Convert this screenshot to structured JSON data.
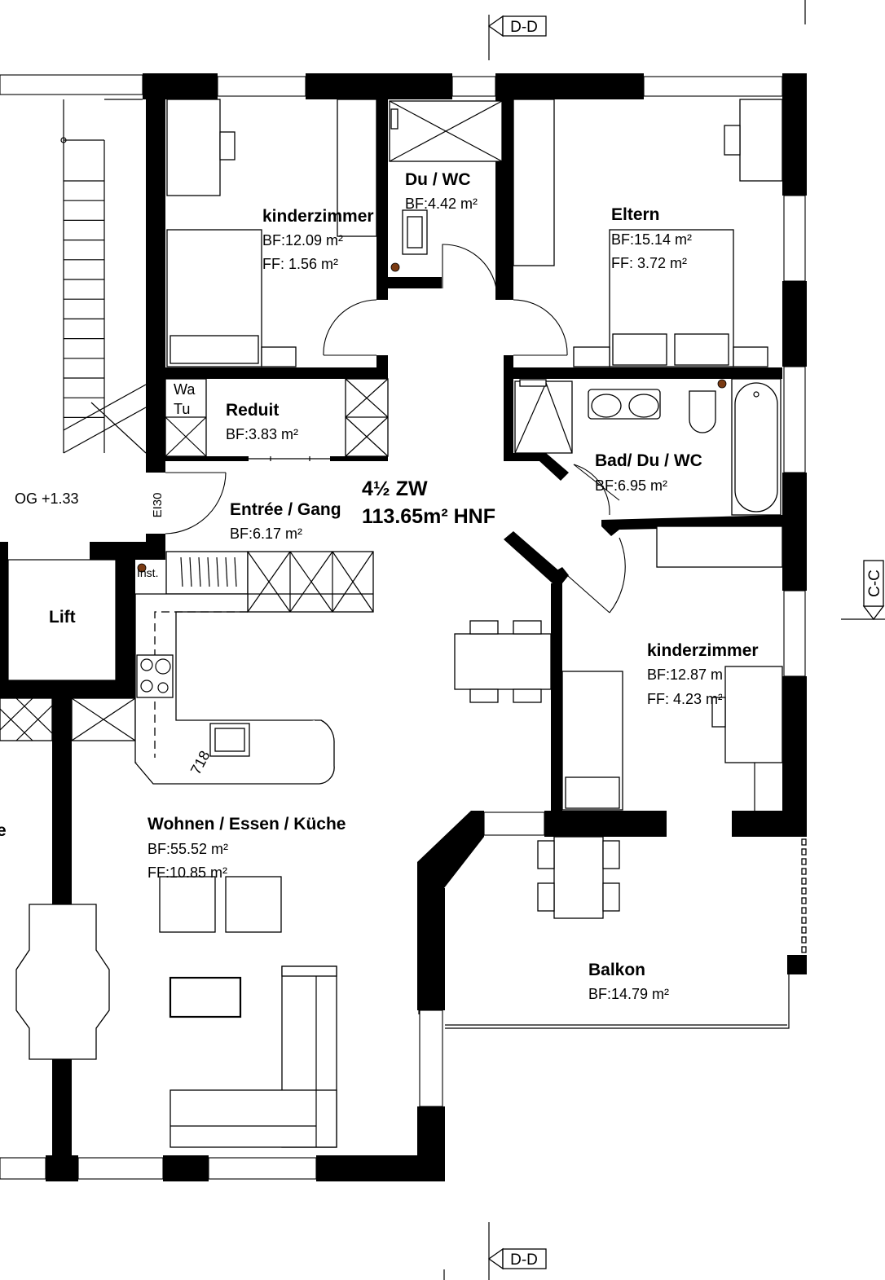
{
  "section_marks": {
    "top": "D-D",
    "bottom": "D-D",
    "right": "C-C"
  },
  "apartment": {
    "type": "4½ ZW",
    "hnf": "113.65m² HNF"
  },
  "level": "OG +1.33",
  "fire_rating": "EI30",
  "dimension": "718",
  "rooms": {
    "kinder1": {
      "name": "kinderzimmer",
      "bf": "BF:12.09 m²",
      "ff": "FF:  1.56 m²"
    },
    "duwc": {
      "name": "Du / WC",
      "bf": "BF:4.42 m²"
    },
    "eltern": {
      "name": "Eltern",
      "bf": "BF:15.14 m²",
      "ff": "FF:  3.72 m²"
    },
    "reduit": {
      "name": "Reduit",
      "bf": "BF:3.83 m²",
      "wa": "Wa",
      "tu": "Tu"
    },
    "bad": {
      "name": "Bad/ Du / WC",
      "bf": "BF:6.95 m²"
    },
    "entree": {
      "name": "Entrée / Gang",
      "bf": "BF:6.17 m²",
      "inst": "Inst."
    },
    "lift": {
      "name": "Lift"
    },
    "kinder2": {
      "name": "kinderzimmer",
      "bf": "BF:12.87 m²",
      "ff": "FF:  4.23 m²"
    },
    "wohnen": {
      "name": "Wohnen / Essen / Küche",
      "bf": "BF:55.52 m²",
      "ff": "FF:10.85 m²",
      "edge": "e"
    },
    "balkon": {
      "name": "Balkon",
      "bf": "BF:14.79 m²"
    }
  }
}
